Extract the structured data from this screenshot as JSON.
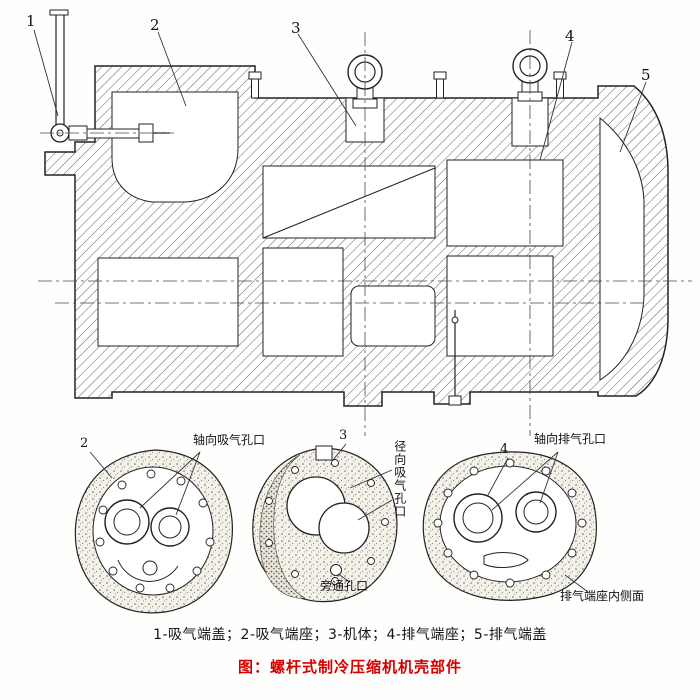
{
  "figure": {
    "caption": "图：螺杆式制冷压缩机机壳部件",
    "legend": "1-吸气端盖；2-吸气端座；3-机体；4-排气端座；5-排气端盖",
    "colors": {
      "caption_red": "#d60000",
      "line": "#222222",
      "paper": "#fefefc"
    },
    "callouts": {
      "c1": "1",
      "c2": "2",
      "c3": "3",
      "c4": "4",
      "c5": "5"
    },
    "details": {
      "left": {
        "num": "2",
        "label_axial_suction": "轴向吸气孔口"
      },
      "middle": {
        "num": "3",
        "label_radial_suction": "径向吸气孔口",
        "label_bypass": "旁通孔口"
      },
      "right": {
        "num": "4",
        "label_axial_discharge": "轴向排气孔口",
        "label_inner_face": "排气端座内侧面"
      }
    }
  }
}
